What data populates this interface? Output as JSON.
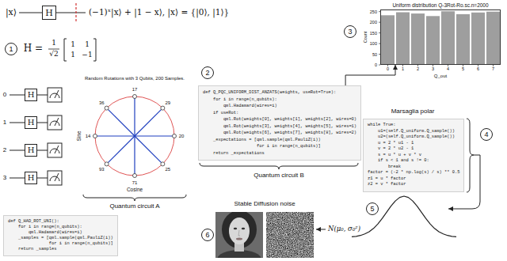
{
  "diagram": {
    "nodes": [
      {
        "text": [
          "H"
        ]
      },
      {
        "text": [
          "1"
        ]
      },
      {
        "text": [
          "H"
        ]
      },
      {
        "text": [
          "H"
        ]
      },
      {
        "text": [
          "H"
        ]
      },
      {
        "text": [
          "H"
        ]
      },
      {
        "text": [
          "def Q_HAD_ROT_UNI():",
          "    for i in range(n_qubits):",
          "        qml.Hadamard(wires=i)",
          "    _samples = [qml.sample(qml.PauliZ(i))",
          "                for i in range(n_qubits)]",
          "    return _samples"
        ]
      },
      {
        "text": [
          "2"
        ]
      },
      {
        "text": [
          "def Q_PQC_UNIFORM_DIST_ANZATS(weights, useRot=True):",
          "    for i in range(n_qubits):",
          "        qml.Hadamard(wires=i)",
          "    if useRot:",
          "        qml.Rot(weights[0], weights[1], weights[2], wires=0)",
          "        qml.Rot(weights[3], weights[4], weights[5], wires=1)",
          "        qml.Rot(weights[6], weights[7], weights[8], wires=2)",
          "    _expectations = [qml.sample(qml.PauliZ(i))",
          "                     for i in range(n_qubits)]",
          "    return _expectations"
        ]
      },
      {
        "text": [
          "3"
        ]
      },
      {
        "text": [
          "Uniform distribution Q-3Rot-Ro.sc.n=2000"
        ]
      },
      {
        "text": [
          "while True:",
          "    u1=(self.Q_uniform.Q_sample())",
          "    u2=(self.Q_uniform.Q_sample())",
          "    u = 2 * u1 - 1",
          "    v = 2 * u2 - 1",
          "    s = u * u + v * v",
          "    if s < 1 and s != 0:",
          "        break",
          "factor = (-2 * np.log(s) / s) ** 0.5",
          "z1 = u * factor",
          "z2 = v * factor"
        ]
      },
      {
        "text": [
          "4"
        ]
      },
      {
        "text": [
          "5"
        ]
      },
      {
        "text": [
          "6"
        ]
      }
    ],
    "edges": [
      {
        "from": 8,
        "to": 10,
        "arrow": "to"
      }
    ],
    "labels": [
      "|x⟩",
      "(−1)ˣ|x⟩ + |1 − x⟩, |x⟩ = {|0⟩, |1⟩}",
      "H =",
      "1",
      "√2",
      "1",
      "1",
      "1",
      "−1",
      "0",
      "1",
      "2",
      "3",
      "Random Rotations with 3 Qubits, 200 Samples.",
      "Sine",
      "Cosine",
      "20",
      "29",
      "17",
      "36",
      "14",
      "93",
      "71",
      "25",
      "Quantum circuit A",
      "Quantum circuit B",
      "Count",
      "0",
      "50",
      "100",
      "150",
      "200",
      "250",
      "0",
      "1",
      "2",
      "3",
      "4",
      "5",
      "6",
      "7",
      "Q_out",
      "Marsaglia polar",
      "N(μ₀, σ₀²)",
      "Stable Diffusion noise"
    ]
  }
}
